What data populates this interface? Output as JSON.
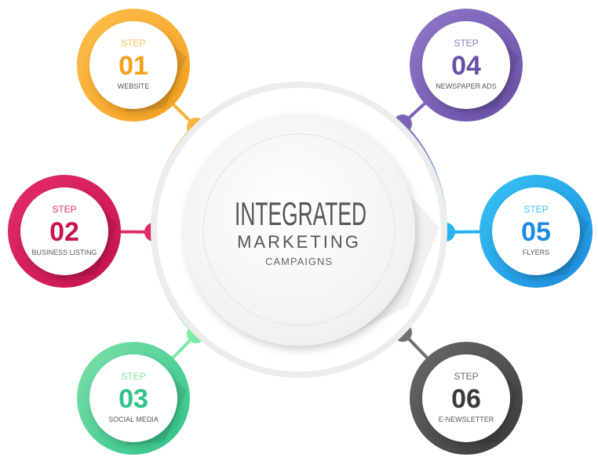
{
  "center": {
    "line1": "INTEGRATED",
    "line2": "MARKETING",
    "line3": "CAMPAIGNS"
  },
  "steps": [
    {
      "step_label": "STEP",
      "number": "01",
      "name": "WEBSITE",
      "color": "#F6A01E",
      "color_light": "#FDBE4E",
      "dot_color": "#F8B13C"
    },
    {
      "step_label": "STEP",
      "number": "02",
      "name": "BUSINESS LISTING",
      "color": "#C8134F",
      "color_light": "#E32D6A",
      "dot_color": "#E02B63"
    },
    {
      "step_label": "STEP",
      "number": "03",
      "name": "SOCIAL MEDIA",
      "color": "#2EC48A",
      "color_light": "#7FE0A8",
      "dot_color": "#7EEBA8"
    },
    {
      "step_label": "STEP",
      "number": "04",
      "name": "NEWSPAPER ADS",
      "color": "#6A4FA7",
      "color_light": "#8F77C9",
      "dot_color": "#7B63B8"
    },
    {
      "step_label": "STEP",
      "number": "05",
      "name": "FLYERS",
      "color": "#1C8BE0",
      "color_light": "#37C4F4",
      "dot_color": "#25B4EE"
    },
    {
      "step_label": "STEP",
      "number": "06",
      "name": "E-NEWSLETTER",
      "color": "#3A3A3A",
      "color_light": "#6A6A6A",
      "dot_color": "#707070"
    }
  ]
}
